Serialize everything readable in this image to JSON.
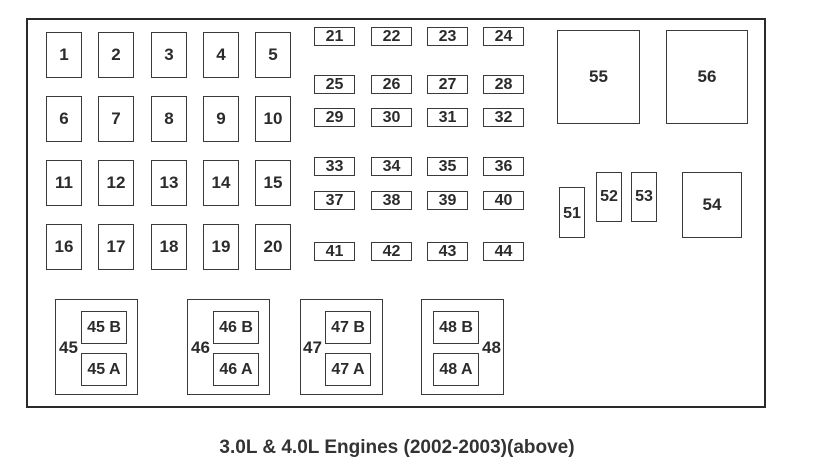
{
  "diagram": {
    "title": "3.0L & 4.0L Engines (2002-2003)(above)",
    "tall_fuses": [
      "1",
      "2",
      "3",
      "4",
      "5",
      "6",
      "7",
      "8",
      "9",
      "10",
      "11",
      "12",
      "13",
      "14",
      "15",
      "16",
      "17",
      "18",
      "19",
      "20"
    ],
    "mini_fuses": [
      "21",
      "22",
      "23",
      "24",
      "25",
      "26",
      "27",
      "28",
      "29",
      "30",
      "31",
      "32",
      "33",
      "34",
      "35",
      "36",
      "37",
      "38",
      "39",
      "40",
      "41",
      "42",
      "43",
      "44"
    ],
    "relays": {
      "r51": "51",
      "r52": "52",
      "r53": "53",
      "r54": "54",
      "r55": "55",
      "r56": "56"
    },
    "groups": [
      {
        "label": "45",
        "upper": "45 B",
        "lower": "45 A"
      },
      {
        "label": "46",
        "upper": "46 B",
        "lower": "46 A"
      },
      {
        "label": "47",
        "upper": "47 B",
        "lower": "47 A"
      },
      {
        "label": "48",
        "upper": "48 B",
        "lower": "48 A"
      }
    ]
  }
}
